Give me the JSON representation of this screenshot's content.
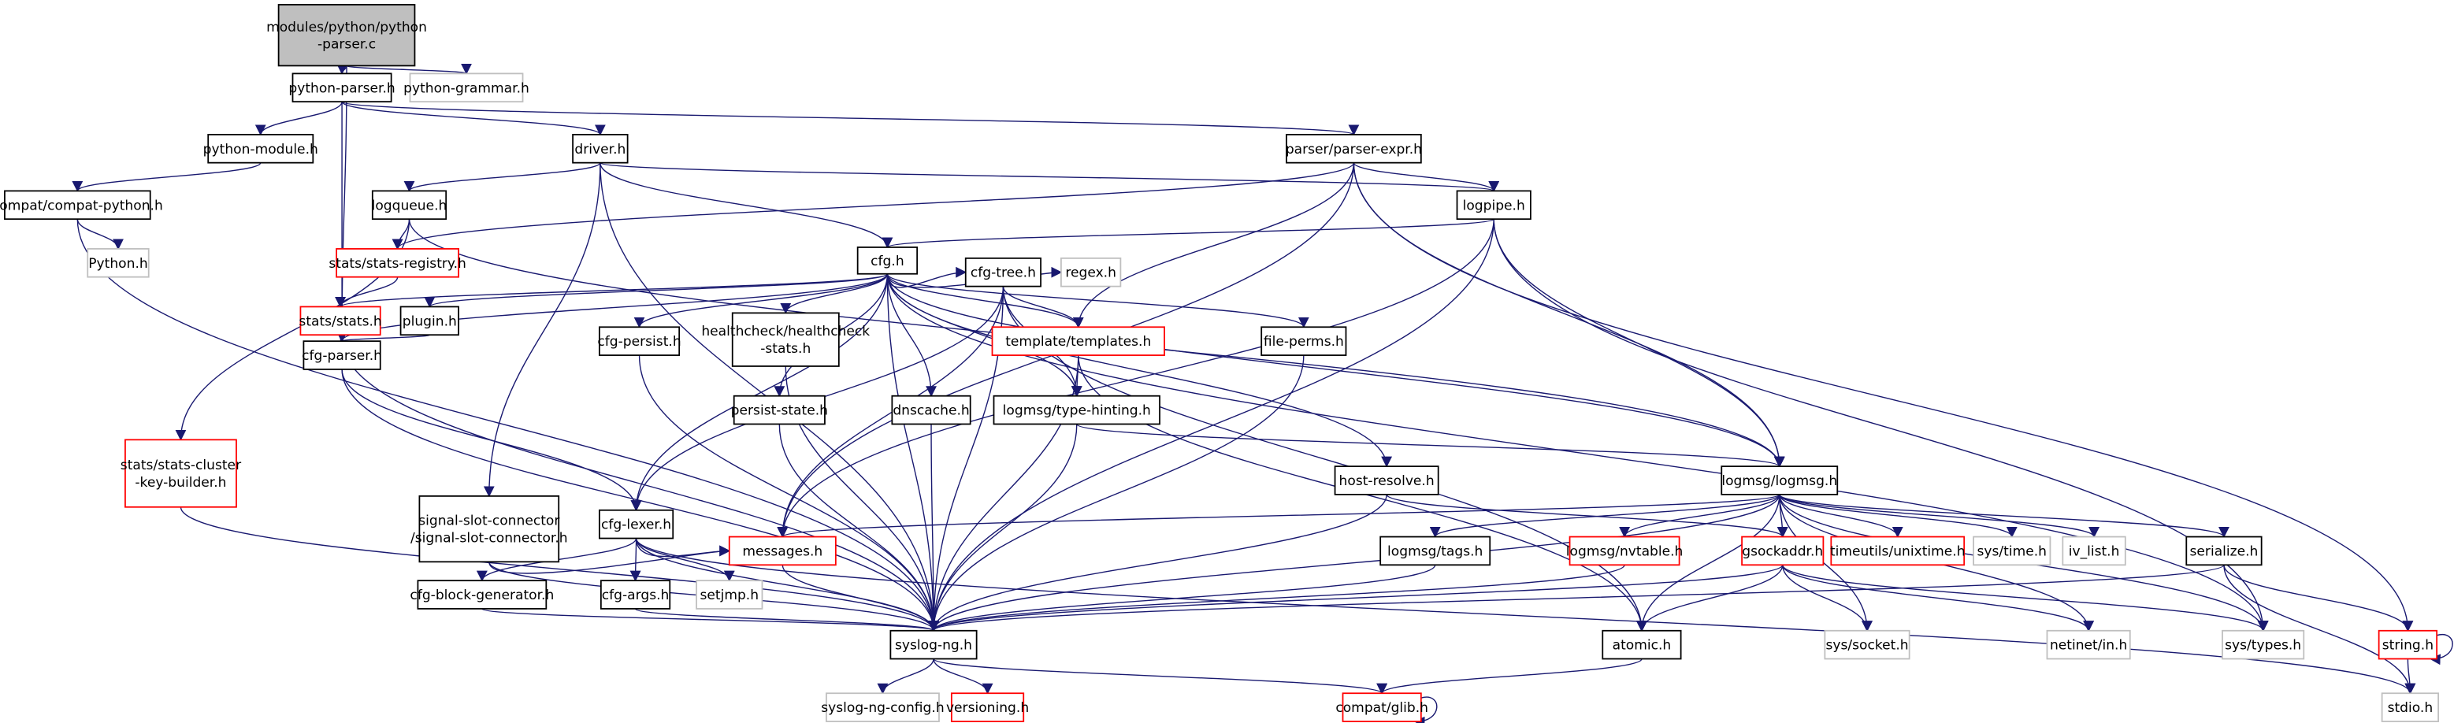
{
  "colors": {
    "edge": "#191970",
    "root_fill": "#bfbfbf",
    "missing_border": "#ff0000",
    "external_border": "#bfbfbf"
  },
  "nodes": [
    {
      "id": "root",
      "lines": [
        "modules/python/python",
        "-parser.c"
      ],
      "style": "root"
    },
    {
      "id": "python-parser.h",
      "lines": [
        "python-parser.h"
      ],
      "style": "normal"
    },
    {
      "id": "python-grammar.h",
      "lines": [
        "python-grammar.h"
      ],
      "style": "gray"
    },
    {
      "id": "python-module.h",
      "lines": [
        "python-module.h"
      ],
      "style": "normal"
    },
    {
      "id": "driver.h",
      "lines": [
        "driver.h"
      ],
      "style": "normal"
    },
    {
      "id": "parser-expr.h",
      "lines": [
        "parser/parser-expr.h"
      ],
      "style": "normal"
    },
    {
      "id": "compat-python.h",
      "lines": [
        "compat/compat-python.h"
      ],
      "style": "normal"
    },
    {
      "id": "logqueue.h",
      "lines": [
        "logqueue.h"
      ],
      "style": "normal"
    },
    {
      "id": "logpipe.h",
      "lines": [
        "logpipe.h"
      ],
      "style": "normal"
    },
    {
      "id": "Python.h",
      "lines": [
        "Python.h"
      ],
      "style": "gray"
    },
    {
      "id": "stats-registry.h",
      "lines": [
        "stats/stats-registry.h"
      ],
      "style": "red"
    },
    {
      "id": "cfg.h",
      "lines": [
        "cfg.h"
      ],
      "style": "normal"
    },
    {
      "id": "stats.h",
      "lines": [
        "stats/stats.h"
      ],
      "style": "red"
    },
    {
      "id": "plugin.h",
      "lines": [
        "plugin.h"
      ],
      "style": "normal"
    },
    {
      "id": "cfg-tree.h",
      "lines": [
        "cfg-tree.h"
      ],
      "style": "normal"
    },
    {
      "id": "regex.h",
      "lines": [
        "regex.h"
      ],
      "style": "gray"
    },
    {
      "id": "templates.h",
      "lines": [
        "template/templates.h"
      ],
      "style": "red"
    },
    {
      "id": "file-perms.h",
      "lines": [
        "file-perms.h"
      ],
      "style": "normal"
    },
    {
      "id": "healthcheck-stats.h",
      "lines": [
        "healthcheck/healthcheck",
        "-stats.h"
      ],
      "style": "normal"
    },
    {
      "id": "cfg-parser.h",
      "lines": [
        "cfg-parser.h"
      ],
      "style": "normal"
    },
    {
      "id": "cfg-persist.h",
      "lines": [
        "cfg-persist.h"
      ],
      "style": "normal"
    },
    {
      "id": "persist-state.h",
      "lines": [
        "persist-state.h"
      ],
      "style": "normal"
    },
    {
      "id": "dnscache.h",
      "lines": [
        "dnscache.h"
      ],
      "style": "normal"
    },
    {
      "id": "type-hinting.h",
      "lines": [
        "logmsg/type-hinting.h"
      ],
      "style": "normal"
    },
    {
      "id": "stats-cluster-key-builder.h",
      "lines": [
        "stats/stats-cluster",
        "-key-builder.h"
      ],
      "style": "red"
    },
    {
      "id": "host-resolve.h",
      "lines": [
        "host-resolve.h"
      ],
      "style": "normal"
    },
    {
      "id": "logmsg.h",
      "lines": [
        "logmsg/logmsg.h"
      ],
      "style": "normal"
    },
    {
      "id": "signal-slot-connector.h",
      "lines": [
        "signal-slot-connector",
        "/signal-slot-connector.h"
      ],
      "style": "normal"
    },
    {
      "id": "cfg-lexer.h",
      "lines": [
        "cfg-lexer.h"
      ],
      "style": "normal"
    },
    {
      "id": "messages.h",
      "lines": [
        "messages.h"
      ],
      "style": "red"
    },
    {
      "id": "tags.h",
      "lines": [
        "logmsg/tags.h"
      ],
      "style": "normal"
    },
    {
      "id": "nvtable.h",
      "lines": [
        "logmsg/nvtable.h"
      ],
      "style": "red"
    },
    {
      "id": "gsockaddr.h",
      "lines": [
        "gsockaddr.h"
      ],
      "style": "red"
    },
    {
      "id": "unixtime.h",
      "lines": [
        "timeutils/unixtime.h"
      ],
      "style": "red"
    },
    {
      "id": "sys-time.h",
      "lines": [
        "sys/time.h"
      ],
      "style": "gray"
    },
    {
      "id": "iv_list.h",
      "lines": [
        "iv_list.h"
      ],
      "style": "gray"
    },
    {
      "id": "serialize.h",
      "lines": [
        "serialize.h"
      ],
      "style": "normal"
    },
    {
      "id": "cfg-block-generator.h",
      "lines": [
        "cfg-block-generator.h"
      ],
      "style": "normal"
    },
    {
      "id": "cfg-args.h",
      "lines": [
        "cfg-args.h"
      ],
      "style": "normal"
    },
    {
      "id": "setjmp.h",
      "lines": [
        "setjmp.h"
      ],
      "style": "gray"
    },
    {
      "id": "syslog-ng.h",
      "lines": [
        "syslog-ng.h"
      ],
      "style": "normal"
    },
    {
      "id": "atomic.h",
      "lines": [
        "atomic.h"
      ],
      "style": "normal"
    },
    {
      "id": "sys-socket.h",
      "lines": [
        "sys/socket.h"
      ],
      "style": "gray"
    },
    {
      "id": "netinet-in.h",
      "lines": [
        "netinet/in.h"
      ],
      "style": "gray"
    },
    {
      "id": "sys-types.h",
      "lines": [
        "sys/types.h"
      ],
      "style": "gray"
    },
    {
      "id": "string.h",
      "lines": [
        "string.h"
      ],
      "style": "red"
    },
    {
      "id": "syslog-ng-config.h",
      "lines": [
        "syslog-ng-config.h"
      ],
      "style": "gray"
    },
    {
      "id": "versioning.h",
      "lines": [
        "versioning.h"
      ],
      "style": "red"
    },
    {
      "id": "glib.h",
      "lines": [
        "compat/glib.h"
      ],
      "style": "red"
    },
    {
      "id": "stdio.h",
      "lines": [
        "stdio.h"
      ],
      "style": "gray"
    }
  ],
  "edges": [
    [
      "root",
      "python-parser.h"
    ],
    [
      "root",
      "python-grammar.h"
    ],
    [
      "root",
      "cfg-parser.h"
    ],
    [
      "python-parser.h",
      "python-module.h"
    ],
    [
      "python-parser.h",
      "driver.h"
    ],
    [
      "python-parser.h",
      "parser-expr.h"
    ],
    [
      "python-parser.h",
      "cfg-parser.h"
    ],
    [
      "python-module.h",
      "compat-python.h"
    ],
    [
      "compat-python.h",
      "Python.h"
    ],
    [
      "compat-python.h",
      "syslog-ng.h"
    ],
    [
      "driver.h",
      "logqueue.h"
    ],
    [
      "driver.h",
      "cfg.h"
    ],
    [
      "driver.h",
      "logpipe.h"
    ],
    [
      "driver.h",
      "signal-slot-connector.h"
    ],
    [
      "driver.h",
      "syslog-ng.h"
    ],
    [
      "parser-expr.h",
      "logpipe.h"
    ],
    [
      "parser-expr.h",
      "stats-registry.h"
    ],
    [
      "parser-expr.h",
      "templates.h"
    ],
    [
      "parser-expr.h",
      "messages.h"
    ],
    [
      "parser-expr.h",
      "logmsg.h"
    ],
    [
      "parser-expr.h",
      "string.h"
    ],
    [
      "logqueue.h",
      "stats-registry.h"
    ],
    [
      "logqueue.h",
      "stats-cluster-key-builder.h"
    ],
    [
      "logqueue.h",
      "logmsg.h"
    ],
    [
      "logpipe.h",
      "cfg.h"
    ],
    [
      "logpipe.h",
      "logmsg.h"
    ],
    [
      "logpipe.h",
      "messages.h"
    ],
    [
      "logpipe.h",
      "syslog-ng.h"
    ],
    [
      "logpipe.h",
      "sys-types.h"
    ],
    [
      "stats-registry.h",
      "stats.h"
    ],
    [
      "stats.h",
      "cfg-parser.h"
    ],
    [
      "stats.h",
      "syslog-ng.h"
    ],
    [
      "cfg.h",
      "stats.h"
    ],
    [
      "cfg.h",
      "plugin.h"
    ],
    [
      "cfg.h",
      "cfg-parser.h"
    ],
    [
      "cfg.h",
      "cfg-lexer.h"
    ],
    [
      "cfg.h",
      "cfg-persist.h"
    ],
    [
      "cfg.h",
      "healthcheck-stats.h"
    ],
    [
      "cfg.h",
      "persist-state.h"
    ],
    [
      "cfg.h",
      "cfg-tree.h"
    ],
    [
      "cfg.h",
      "regex.h"
    ],
    [
      "cfg.h",
      "dnscache.h"
    ],
    [
      "cfg.h",
      "templates.h"
    ],
    [
      "cfg.h",
      "type-hinting.h"
    ],
    [
      "cfg.h",
      "file-perms.h"
    ],
    [
      "cfg.h",
      "host-resolve.h"
    ],
    [
      "cfg.h",
      "logmsg.h"
    ],
    [
      "cfg.h",
      "syslog-ng.h"
    ],
    [
      "cfg.h",
      "sys-types.h"
    ],
    [
      "plugin.h",
      "cfg-parser.h"
    ],
    [
      "cfg-parser.h",
      "cfg-lexer.h"
    ],
    [
      "cfg-parser.h",
      "syslog-ng.h"
    ],
    [
      "cfg-tree.h",
      "templates.h"
    ],
    [
      "cfg-tree.h",
      "type-hinting.h"
    ],
    [
      "cfg-tree.h",
      "cfg-lexer.h"
    ],
    [
      "cfg-tree.h",
      "messages.h"
    ],
    [
      "cfg-tree.h",
      "syslog-ng.h"
    ],
    [
      "cfg-tree.h",
      "atomic.h"
    ],
    [
      "templates.h",
      "type-hinting.h"
    ],
    [
      "templates.h",
      "syslog-ng.h"
    ],
    [
      "templates.h",
      "atomic.h"
    ],
    [
      "cfg-persist.h",
      "syslog-ng.h"
    ],
    [
      "healthcheck-stats.h",
      "syslog-ng.h"
    ],
    [
      "persist-state.h",
      "syslog-ng.h"
    ],
    [
      "dnscache.h",
      "syslog-ng.h"
    ],
    [
      "type-hinting.h",
      "syslog-ng.h"
    ],
    [
      "type-hinting.h",
      "logmsg.h"
    ],
    [
      "file-perms.h",
      "syslog-ng.h"
    ],
    [
      "stats-cluster-key-builder.h",
      "syslog-ng.h"
    ],
    [
      "host-resolve.h",
      "syslog-ng.h"
    ],
    [
      "host-resolve.h",
      "gsockaddr.h"
    ],
    [
      "cfg-lexer.h",
      "cfg-block-generator.h"
    ],
    [
      "cfg-lexer.h",
      "cfg-args.h"
    ],
    [
      "cfg-lexer.h",
      "setjmp.h"
    ],
    [
      "cfg-lexer.h",
      "syslog-ng.h"
    ],
    [
      "cfg-lexer.h",
      "messages.h"
    ],
    [
      "cfg-lexer.h",
      "stdio.h"
    ],
    [
      "signal-slot-connector.h",
      "syslog-ng.h"
    ],
    [
      "signal-slot-connector.h",
      "messages.h"
    ],
    [
      "cfg-block-generator.h",
      "syslog-ng.h"
    ],
    [
      "cfg-args.h",
      "syslog-ng.h"
    ],
    [
      "logmsg.h",
      "messages.h"
    ],
    [
      "logmsg.h",
      "tags.h"
    ],
    [
      "logmsg.h",
      "nvtable.h"
    ],
    [
      "logmsg.h",
      "gsockaddr.h"
    ],
    [
      "logmsg.h",
      "unixtime.h"
    ],
    [
      "logmsg.h",
      "sys-time.h"
    ],
    [
      "logmsg.h",
      "iv_list.h"
    ],
    [
      "logmsg.h",
      "serialize.h"
    ],
    [
      "logmsg.h",
      "atomic.h"
    ],
    [
      "logmsg.h",
      "syslog-ng.h"
    ],
    [
      "logmsg.h",
      "sys-socket.h"
    ],
    [
      "logmsg.h",
      "netinet-in.h"
    ],
    [
      "logmsg.h",
      "sys-types.h"
    ],
    [
      "messages.h",
      "syslog-ng.h"
    ],
    [
      "tags.h",
      "syslog-ng.h"
    ],
    [
      "nvtable.h",
      "syslog-ng.h"
    ],
    [
      "gsockaddr.h",
      "syslog-ng.h"
    ],
    [
      "gsockaddr.h",
      "atomic.h"
    ],
    [
      "gsockaddr.h",
      "sys-socket.h"
    ],
    [
      "gsockaddr.h",
      "netinet-in.h"
    ],
    [
      "gsockaddr.h",
      "sys-types.h"
    ],
    [
      "serialize.h",
      "syslog-ng.h"
    ],
    [
      "serialize.h",
      "string.h"
    ],
    [
      "serialize.h",
      "stdio.h"
    ],
    [
      "syslog-ng.h",
      "syslog-ng-config.h"
    ],
    [
      "syslog-ng.h",
      "versioning.h"
    ],
    [
      "syslog-ng.h",
      "glib.h"
    ],
    [
      "atomic.h",
      "glib.h"
    ],
    [
      "glib.h",
      "glib.h"
    ],
    [
      "string.h",
      "string.h"
    ],
    [
      "string.h",
      "stdio.h"
    ]
  ]
}
